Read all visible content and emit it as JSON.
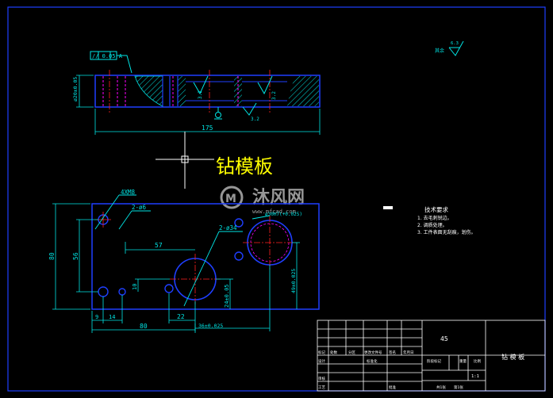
{
  "colors": {
    "background": "#000000",
    "frame": "#1f3fff",
    "part": "#1f3fff",
    "dimension": "#00e5e5",
    "center": "#ff2020",
    "hatch": "#00e5e5",
    "title": "#ffff00",
    "text": "#ffffff",
    "magenta": "#ff00ff"
  },
  "drawing_title": "钻模板",
  "watermark": {
    "brand": "沐风网",
    "url": "www.mfcad.com"
  },
  "top_view": {
    "flatness_frame": "// 0.05 A",
    "left_dim": "ø20±0.05",
    "length_dim": "175",
    "roughness_a": "3.2",
    "roughness_b": "3.2",
    "roughness_c": "3.2",
    "datum": "A"
  },
  "roughness_note": {
    "label": "其余",
    "value": "6.3"
  },
  "front_view": {
    "label_4xm8": "4XM8",
    "label_2xd6": "2-ø6",
    "label_2xd34": "2-ø34",
    "label_bore": "ø30H7(+0.025)",
    "dim_80_height": "80",
    "dim_56": "56",
    "dim_57": "57",
    "dim_10": "10",
    "dim_9": "9",
    "dim_14": "14",
    "dim_80_width": "80",
    "dim_22": "22",
    "dim_24": "24±0.05",
    "dim_49": "49±0.025",
    "dim_36": "36±0.025"
  },
  "tech_requirements": {
    "heading": "技术要求",
    "items": [
      "1. 去毛刺锐边。",
      "2. 调质处理。",
      "3. 工件表面无刮痕，划伤。"
    ]
  },
  "title_block": {
    "material": "45",
    "part_name": "钻 模 板",
    "scale": "1:1",
    "row_labels_1": [
      "标记",
      "处数",
      "分区",
      "更改文件号",
      "签名",
      "年月日"
    ],
    "row_labels_2": [
      "设计",
      "标准化",
      "阶段标记",
      "重量",
      "比例"
    ],
    "row_labels_3": [
      "审核"
    ],
    "row_labels_4": [
      "工艺",
      "批准",
      "共1张",
      "第1张"
    ]
  }
}
